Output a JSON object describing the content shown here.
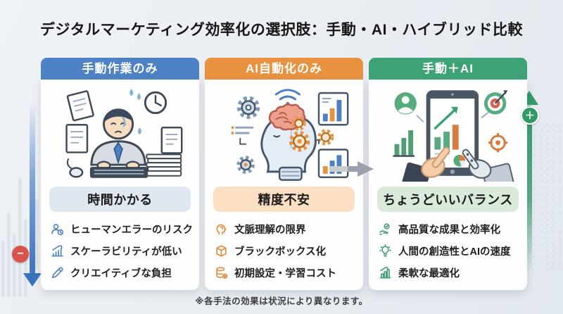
{
  "title": "デジタルマーケティング効率化の選択肢：手動・AI・ハイブリッド比較",
  "footnote": "※各手法の効果は状況により異なります。",
  "colors": {
    "background": "#e9edf2",
    "manual_accent": "#4e82c6",
    "ai_accent": "#e8923f",
    "hybrid_accent": "#3da377",
    "manual_badge_bg": "#dfe7f1",
    "ai_badge_bg": "#fbdfc2",
    "hybrid_badge_bg": "#d9e9da",
    "minus_red": "#d9534b",
    "plus_green": "#2e9a66",
    "transition_arrow_gray": "#9a9a9a"
  },
  "cards": [
    {
      "id": "manual",
      "header": "手動作業のみ",
      "badge": "時間かかる",
      "illustration": "stressed-office-worker",
      "bullets": [
        {
          "icon": "person-clock-icon",
          "label": "ヒューマンエラーのリスク"
        },
        {
          "icon": "chart-growth-icon",
          "label": "スケーラビリティが低い"
        },
        {
          "icon": "pencil-icon",
          "label": "クリエイティブな負担"
        }
      ]
    },
    {
      "id": "ai",
      "header": "AI自動化のみ",
      "badge": "精度不安",
      "illustration": "ai-robot-head",
      "bullets": [
        {
          "icon": "head-brain-icon",
          "label": "文脈理解の限界"
        },
        {
          "icon": "black-box-icon",
          "label": "ブラックボックス化"
        },
        {
          "icon": "database-cost-icon",
          "label": "初期設定・学習コスト"
        }
      ]
    },
    {
      "id": "hybrid",
      "header": "手動＋AI",
      "badge": "ちょうどいいバランス",
      "illustration": "human-and-robot-hands-tablet",
      "bullets": [
        {
          "icon": "hand-check-icon",
          "label": "高品質な成果と効率化"
        },
        {
          "icon": "lightbulb-icon",
          "label": "人間の創造性とAIの速度"
        },
        {
          "icon": "bar-chart-up-icon",
          "label": "柔軟な最適化"
        }
      ]
    }
  ],
  "decorations": {
    "minus_symbol": "−",
    "plus_symbol": "＋",
    "left_arrow": "downward-negative-arrow",
    "right_arrow": "upward-positive-arrow",
    "between_cards_arrow": "right-transition-arrow"
  }
}
